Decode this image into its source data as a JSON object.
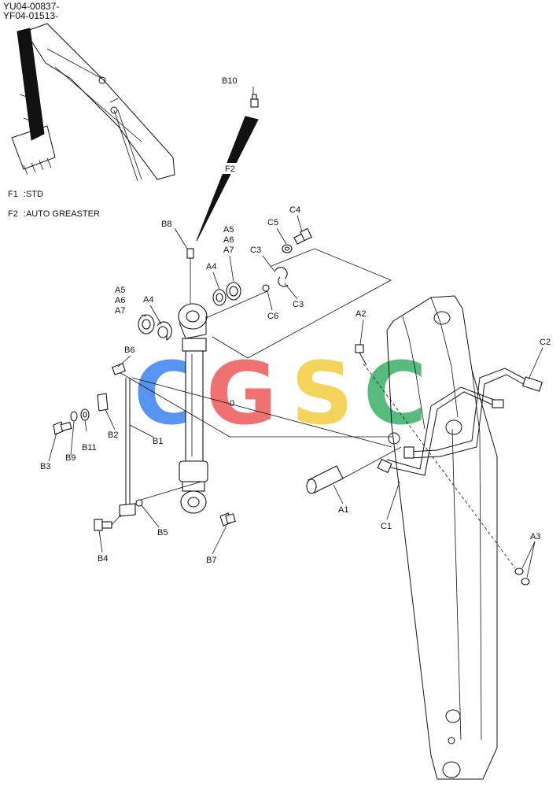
{
  "header": {
    "serial_line_1": "YU04-00837-",
    "serial_line_2": "YF04-01513-"
  },
  "legend": [
    {
      "code": "F1",
      "sep": ":",
      "text": "STD"
    },
    {
      "code": "F2",
      "sep": ":",
      "text": "AUTO GREASTER"
    }
  ],
  "callouts": {
    "B10": "B10",
    "F2": "F2",
    "B8": "B8",
    "A5a": "A5",
    "A6a": "A6",
    "A7a": "A7",
    "A4a": "A4",
    "A5b": "A5",
    "A6b": "A6",
    "A7b": "A7",
    "A4b": "A4",
    "C4": "C4",
    "C5": "C5",
    "C3a": "C3",
    "C3b": "C3",
    "C6": "C6",
    "A2": "A2",
    "C2": "C2",
    "B6": "B6",
    "B2": "B2",
    "B1": "B1",
    "B11": "B11",
    "B9": "B9",
    "B3": "B3",
    "B5": "B5",
    "B4": "B4",
    "B7": "B7",
    "A1": "A1",
    "C1": "C1",
    "A3": "A3",
    "zero": "0"
  },
  "watermark": {
    "letters": [
      "C",
      "G",
      "S",
      "C"
    ],
    "colors": [
      "#4f8ff0",
      "#f06a6a",
      "#f5d254",
      "#4fb878"
    ]
  }
}
